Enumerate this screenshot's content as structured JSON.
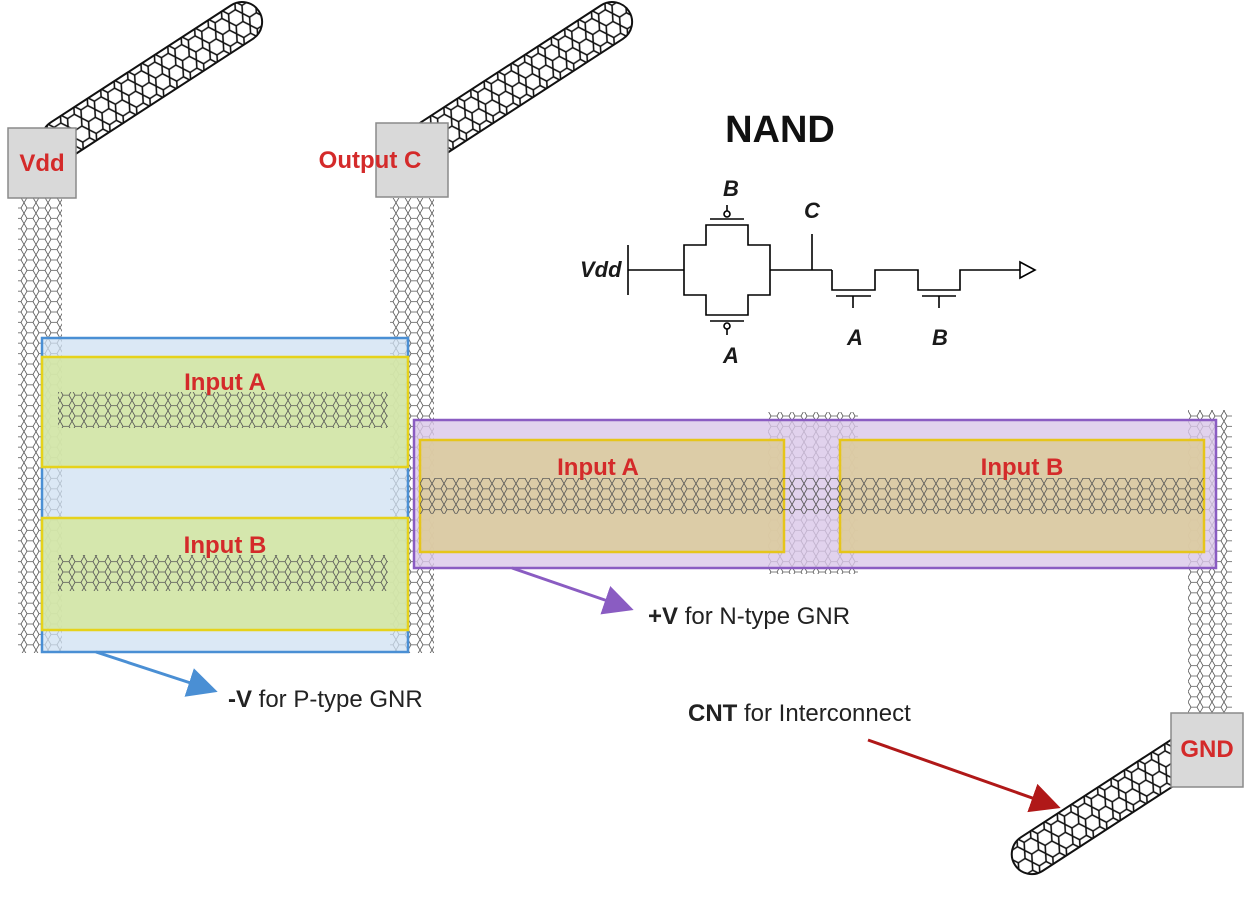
{
  "title": "NAND",
  "pads": {
    "vdd": "Vdd",
    "output": "Output C",
    "gnd": "GND"
  },
  "gates": {
    "p_input_a": "Input A",
    "p_input_b": "Input B",
    "n_input_a": "Input A",
    "n_input_b": "Input B"
  },
  "schematic": {
    "vdd": "Vdd",
    "c": "C",
    "p_top": "B",
    "p_bottom": "A",
    "n1": "A",
    "n2": "B"
  },
  "annotations": {
    "p_bold": "-V",
    "p_rest": " for P-type GNR",
    "n_bold": "+V",
    "n_rest": " for N-type GNR",
    "cnt_bold": "CNT",
    "cnt_rest": " for Interconnect"
  },
  "colors": {
    "label_red": "#d42a2a",
    "p_region_blue": "#4a8fd4",
    "n_region_purple": "#8a5cc2",
    "gate_yellow": "#e6d21a",
    "arrow_red": "#b01818",
    "pad_gray": "#d9d9d9"
  }
}
